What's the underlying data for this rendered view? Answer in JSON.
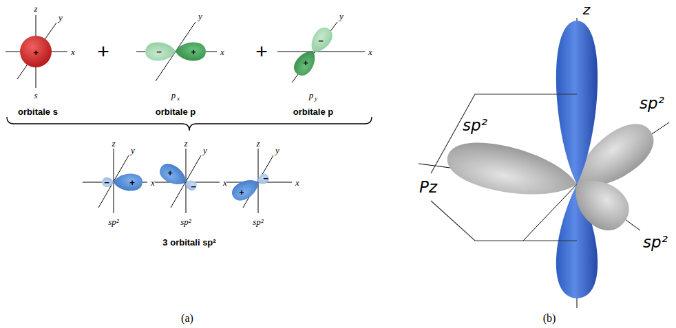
{
  "diagram": {
    "labels": [
      "z",
      "y",
      "x",
      "+",
      "s",
      "+",
      "−",
      "+",
      "y",
      "x",
      "p",
      "x",
      "+",
      "−",
      "+",
      "y",
      "x",
      "p",
      "y",
      "orbitale s",
      "orbitale p",
      "orbitale p",
      "z",
      "y",
      "x",
      "−",
      "+",
      "sp²",
      "z",
      "y",
      "x",
      "−",
      "+",
      "sp²",
      "z",
      "y",
      "x",
      "−",
      "+",
      "sp²",
      "3 orbitali sp²",
      "(a)",
      "z",
      "sp²",
      "sp²",
      "sp²",
      "Pz",
      "(b)"
    ]
  }
}
